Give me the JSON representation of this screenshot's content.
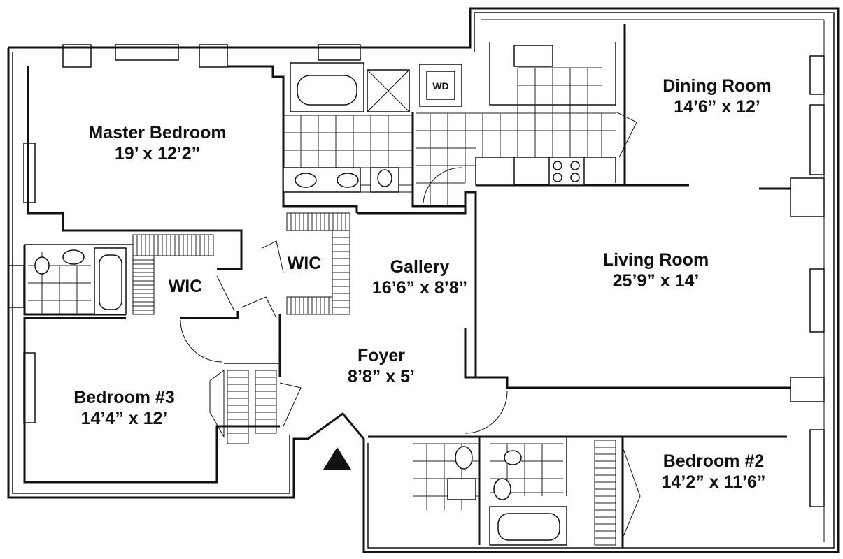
{
  "rooms": {
    "master_bedroom": {
      "name": "Master Bedroom",
      "size": "19’ x 12’2”"
    },
    "dining_room": {
      "name": "Dining Room",
      "size": "14’6” x 12’"
    },
    "living_room": {
      "name": "Living Room",
      "size": "25’9” x 14’"
    },
    "gallery": {
      "name": "Gallery",
      "size": "16’6” x 8’8”"
    },
    "foyer": {
      "name": "Foyer",
      "size": "8’8” x 5’"
    },
    "bedroom3": {
      "name": "Bedroom #3",
      "size": "14’4” x 12’"
    },
    "bedroom2": {
      "name": "Bedroom #2",
      "size": "14’2” x 11’6”"
    }
  },
  "closets": {
    "wic_left": "WIC",
    "wic_center": "WIC"
  },
  "appliances": {
    "washer_dryer": "WD"
  },
  "icons": {
    "entrance": "entrance-triangle-icon"
  }
}
